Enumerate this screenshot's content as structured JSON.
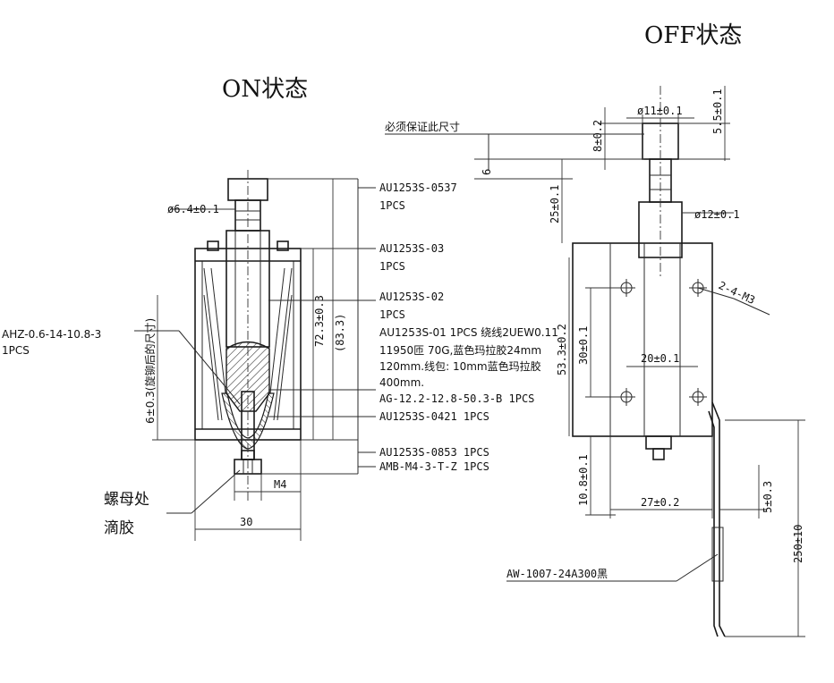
{
  "titles": {
    "on": "ON状态",
    "off": "OFF状态"
  },
  "on_view": {
    "dims": {
      "pin_dia": "ø6.4±0.1",
      "stroke": "6±0.3(旋铆后的尺寸)",
      "len_72": "72.3±0.3",
      "len_83": "(83.3)",
      "m4": "M4",
      "width_30": "30"
    },
    "parts": [
      {
        "code": "AU1253S-0537",
        "qty": "1PCS"
      },
      {
        "code": "AU1253S-03",
        "qty": "1PCS"
      },
      {
        "code": "AU1253S-02",
        "qty": "1PCS"
      },
      {
        "code": "AU1253S-01 1PCS  绕线2UEW0.11",
        "qty": ""
      },
      {
        "code": "11950匝  70G,蓝色玛拉胶24mm",
        "qty": ""
      },
      {
        "code": "120mm.线包: 10mm蓝色玛拉胶",
        "qty": ""
      },
      {
        "code": "400mm.",
        "qty": ""
      },
      {
        "code": "AG-12.2-12.8-50.3-B 1PCS",
        "qty": ""
      },
      {
        "code": "AU1253S-0421 1PCS",
        "qty": ""
      },
      {
        "code": "AU1253S-0853 1PCS",
        "qty": ""
      },
      {
        "code": "AMB-M4-3-T-Z 1PCS",
        "qty": ""
      }
    ],
    "left_part": {
      "code": "AHZ-0.6-14-10.8-3",
      "qty": "1PCS"
    },
    "note_line1": "螺母处",
    "note_line2": "滴胶"
  },
  "off_view": {
    "note": "必须保证此尺寸",
    "dims": {
      "d6": "6",
      "d8": "8±0.2",
      "d11": "ø11±0.1",
      "d55": "5.5±0.1",
      "d25": "25±0.1",
      "d12": "ø12±0.1",
      "d533": "53.3±0.2",
      "d30": "30±0.1",
      "d20": "20±0.1",
      "m3": "2-4-M3",
      "d108": "10.8±0.1",
      "d27": "27±0.2",
      "d5": "5±0.3",
      "d250": "250±10"
    },
    "wire": "AW-1007-24A300黑"
  }
}
